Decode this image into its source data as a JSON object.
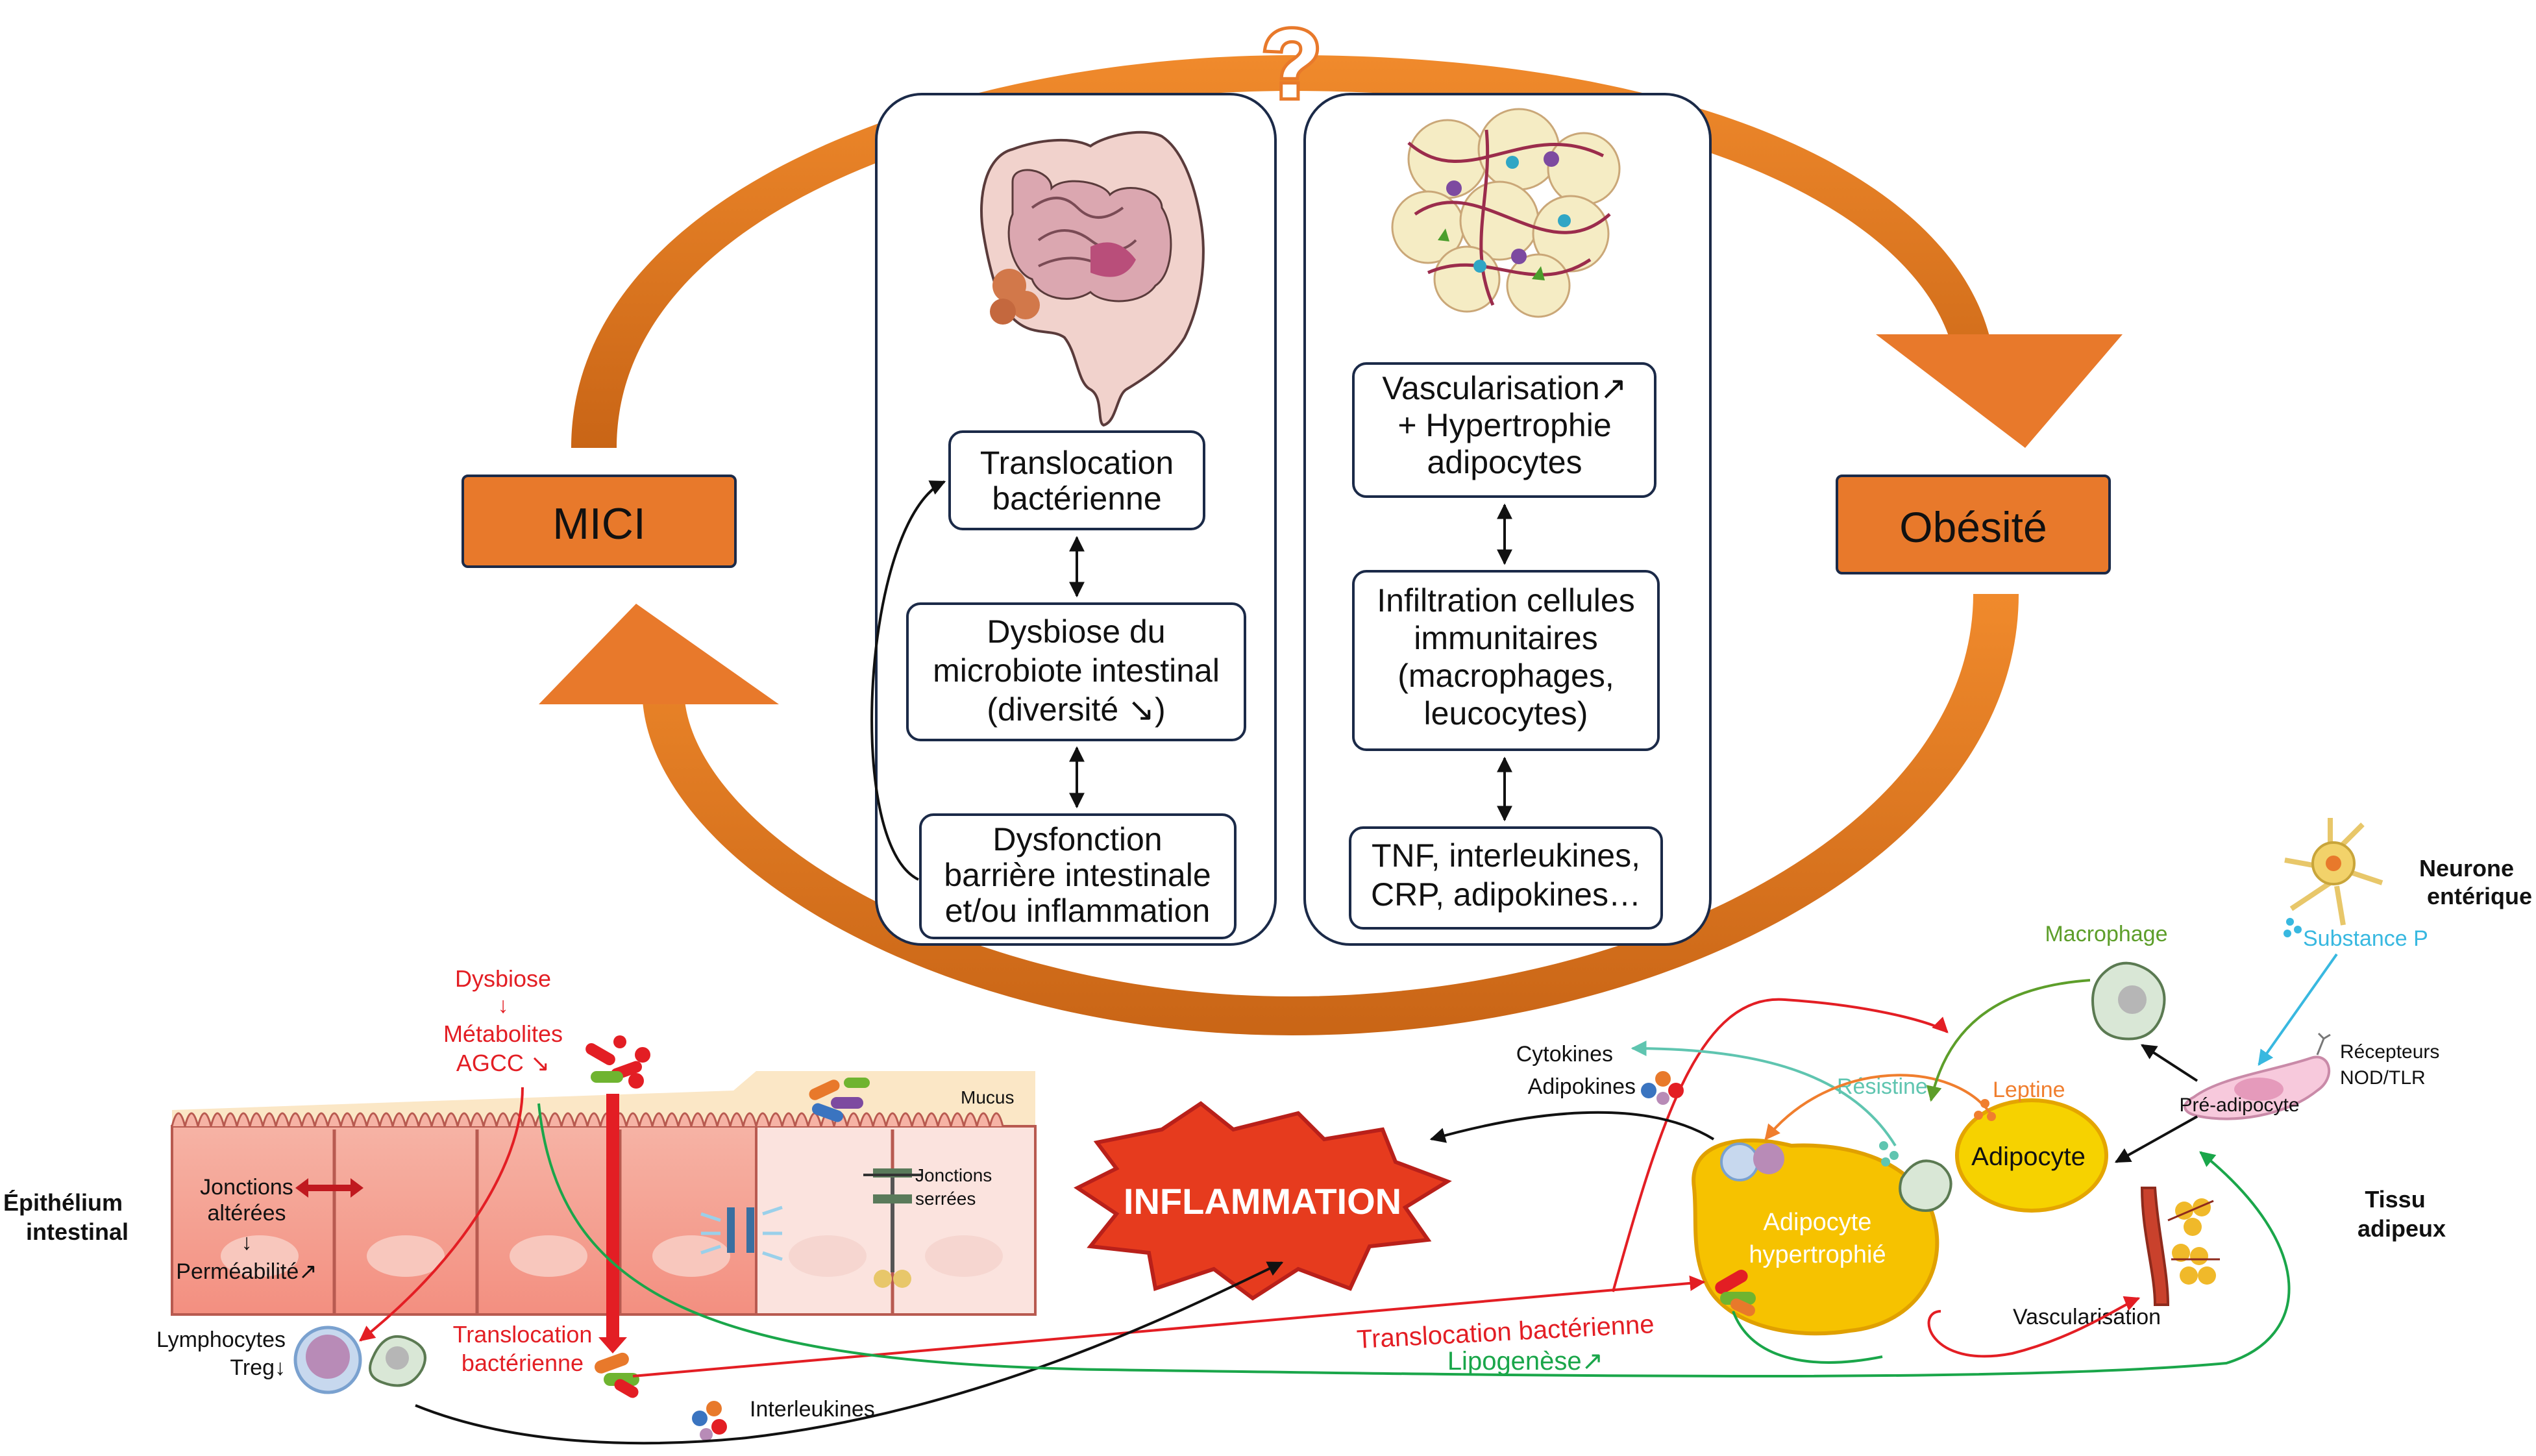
{
  "question_mark": "?",
  "mici": "MICI",
  "obesite": "Obésité",
  "gut_chain": {
    "box1": [
      "Translocation",
      "bactérienne"
    ],
    "box2": [
      "Dysbiose du",
      "microbiote intestinal",
      "(diversité ↘)"
    ],
    "box3": [
      "Dysfonction",
      "barrière intestinale",
      "et/ou inflammation"
    ]
  },
  "fat_chain": {
    "box1": [
      "Vascularisation↗",
      "+ Hypertrophie",
      "adipocytes"
    ],
    "box2": [
      "Infiltration cellules",
      "immunitaires",
      "(macrophages,",
      "leucocytes)"
    ],
    "box3": [
      "TNF, interleukines,",
      "CRP, adipokines…"
    ]
  },
  "bottom": {
    "dysbiose": "Dysbiose",
    "arrow_down": "↓",
    "metabolites": "Métabolites",
    "agcc": "AGCC ↘",
    "mucus": "Mucus",
    "epithelium": [
      "Épithélium",
      "intestinal"
    ],
    "jonctions_alterees": [
      "Jonctions",
      "altérées"
    ],
    "permeabilite": "Perméabilité↗",
    "jonctions_serrees": [
      "Jonctions",
      "serrées"
    ],
    "lymphocytes": [
      "Lymphocytes",
      "Treg↓"
    ],
    "translocation_left": [
      "Translocation",
      "bactérienne"
    ],
    "interleukines": "Interleukines",
    "inflammation": "INFLAMMATION",
    "cytokines": [
      "Cytokines",
      "Adipokines"
    ],
    "resistine": "Résistine",
    "leptine": "Leptine",
    "macrophage": "Macrophage",
    "substance_p": "Substance P",
    "neurone": [
      "Neurone",
      "entérique"
    ],
    "recepteurs": [
      "Récepteurs",
      "NOD/TLR"
    ],
    "pre_adipocyte": "Pré-adipocyte",
    "adipocyte": "Adipocyte",
    "adipocyte_hyper": [
      "Adipocyte",
      "hypertrophié"
    ],
    "tissu": [
      "Tissu",
      "adipeux"
    ],
    "vascularisation": "Vascularisation",
    "translocation_mid": "Translocation bactérienne",
    "lipogenese": "Lipogenèse↗"
  },
  "colors": {
    "orange": "#e67e22",
    "orange_dark": "#b85f12",
    "box_orange": "#e8792b",
    "navy": "#1b2a48",
    "red": "#e31e24",
    "green": "#1aa64a",
    "teal": "#5fc5b0",
    "olive": "#5d9e2a",
    "cyan": "#38b8e0",
    "leptine": "#f07e2e",
    "yellow": "#f6d200"
  }
}
